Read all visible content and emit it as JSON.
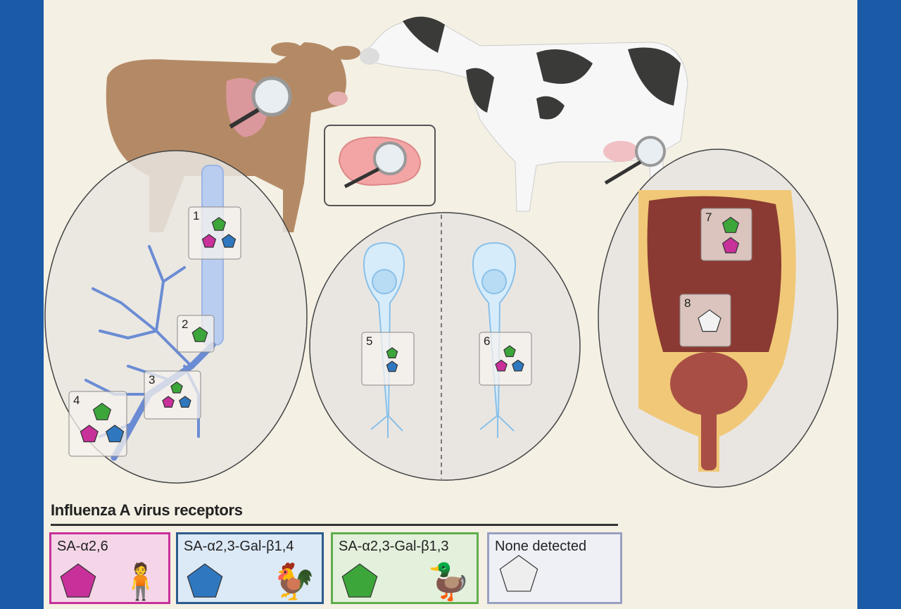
{
  "legend": {
    "title": "Influenza A virus receptors",
    "items": [
      {
        "label": "SA-α2,6",
        "color": "#c8309a",
        "bg": "#f4d6e8",
        "border": "#c8309a",
        "host": "human"
      },
      {
        "label": "SA-α2,3-Gal-β1,4",
        "color": "#2f78c0",
        "bg": "#dce9f6",
        "border": "#2c5c8c",
        "host": "chicken"
      },
      {
        "label": "SA-α2,3-Gal-β1,3",
        "color": "#3da63a",
        "bg": "#e3f0dc",
        "border": "#5fae4c",
        "host": "duck"
      },
      {
        "label": "None detected",
        "color": "#eeeeee",
        "bg": "#eef0f6",
        "border": "#9aa0c0",
        "host": "none"
      }
    ]
  },
  "sites": [
    {
      "label": "1",
      "tissue": "trachea",
      "receptors": [
        "green",
        "magenta",
        "blue"
      ]
    },
    {
      "label": "2",
      "tissue": "bronchus",
      "receptors": [
        "green"
      ]
    },
    {
      "label": "3",
      "tissue": "bronchiole",
      "receptors": [
        "green",
        "magenta",
        "blue"
      ]
    },
    {
      "label": "4",
      "tissue": "alveoli",
      "receptors": [
        "green",
        "magenta",
        "blue"
      ]
    },
    {
      "label": "5",
      "tissue": "neuron-left",
      "receptors": [
        "green",
        "blue"
      ]
    },
    {
      "label": "6",
      "tissue": "neuron-right",
      "receptors": [
        "green",
        "magenta",
        "blue"
      ]
    },
    {
      "label": "7",
      "tissue": "mammary-alveoli",
      "receptors": [
        "green",
        "magenta"
      ]
    },
    {
      "label": "8",
      "tissue": "mammary-duct",
      "receptors": [
        "none"
      ]
    }
  ],
  "colors": {
    "green": "#3da63a",
    "magenta": "#c8309a",
    "blue": "#2f78c0",
    "none": "#f2f2f2"
  }
}
